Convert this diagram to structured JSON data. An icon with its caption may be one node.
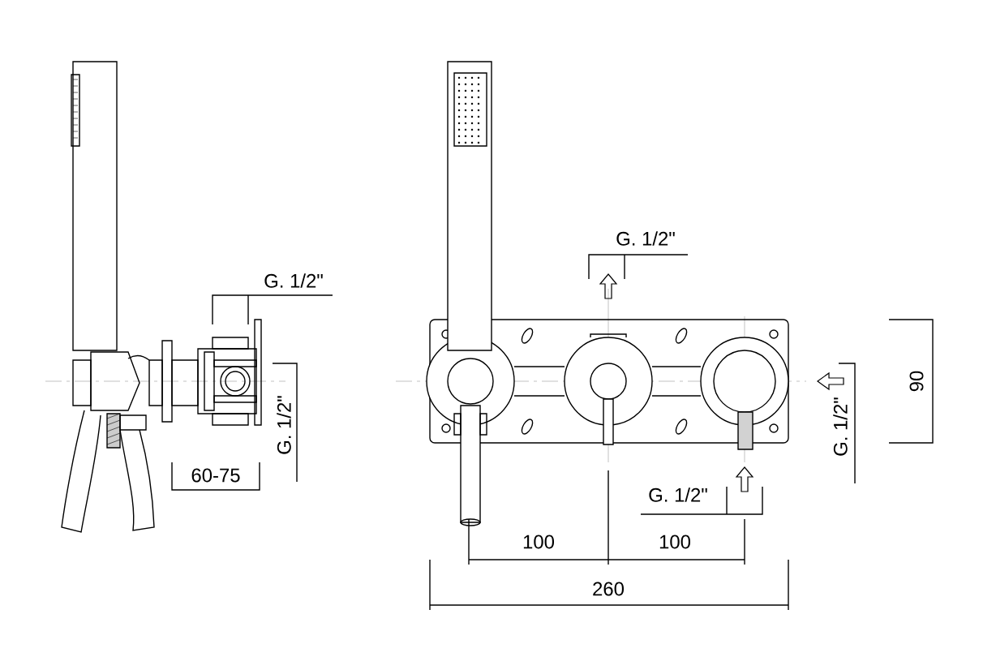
{
  "diagram": {
    "labels": [
      "G. 1/2\"",
      "G. 1/2\"",
      "60-75",
      "G. 1/2\"",
      "G. 1/2\"",
      "90",
      "G. 1/2\"",
      "100",
      "100",
      "260"
    ]
  }
}
